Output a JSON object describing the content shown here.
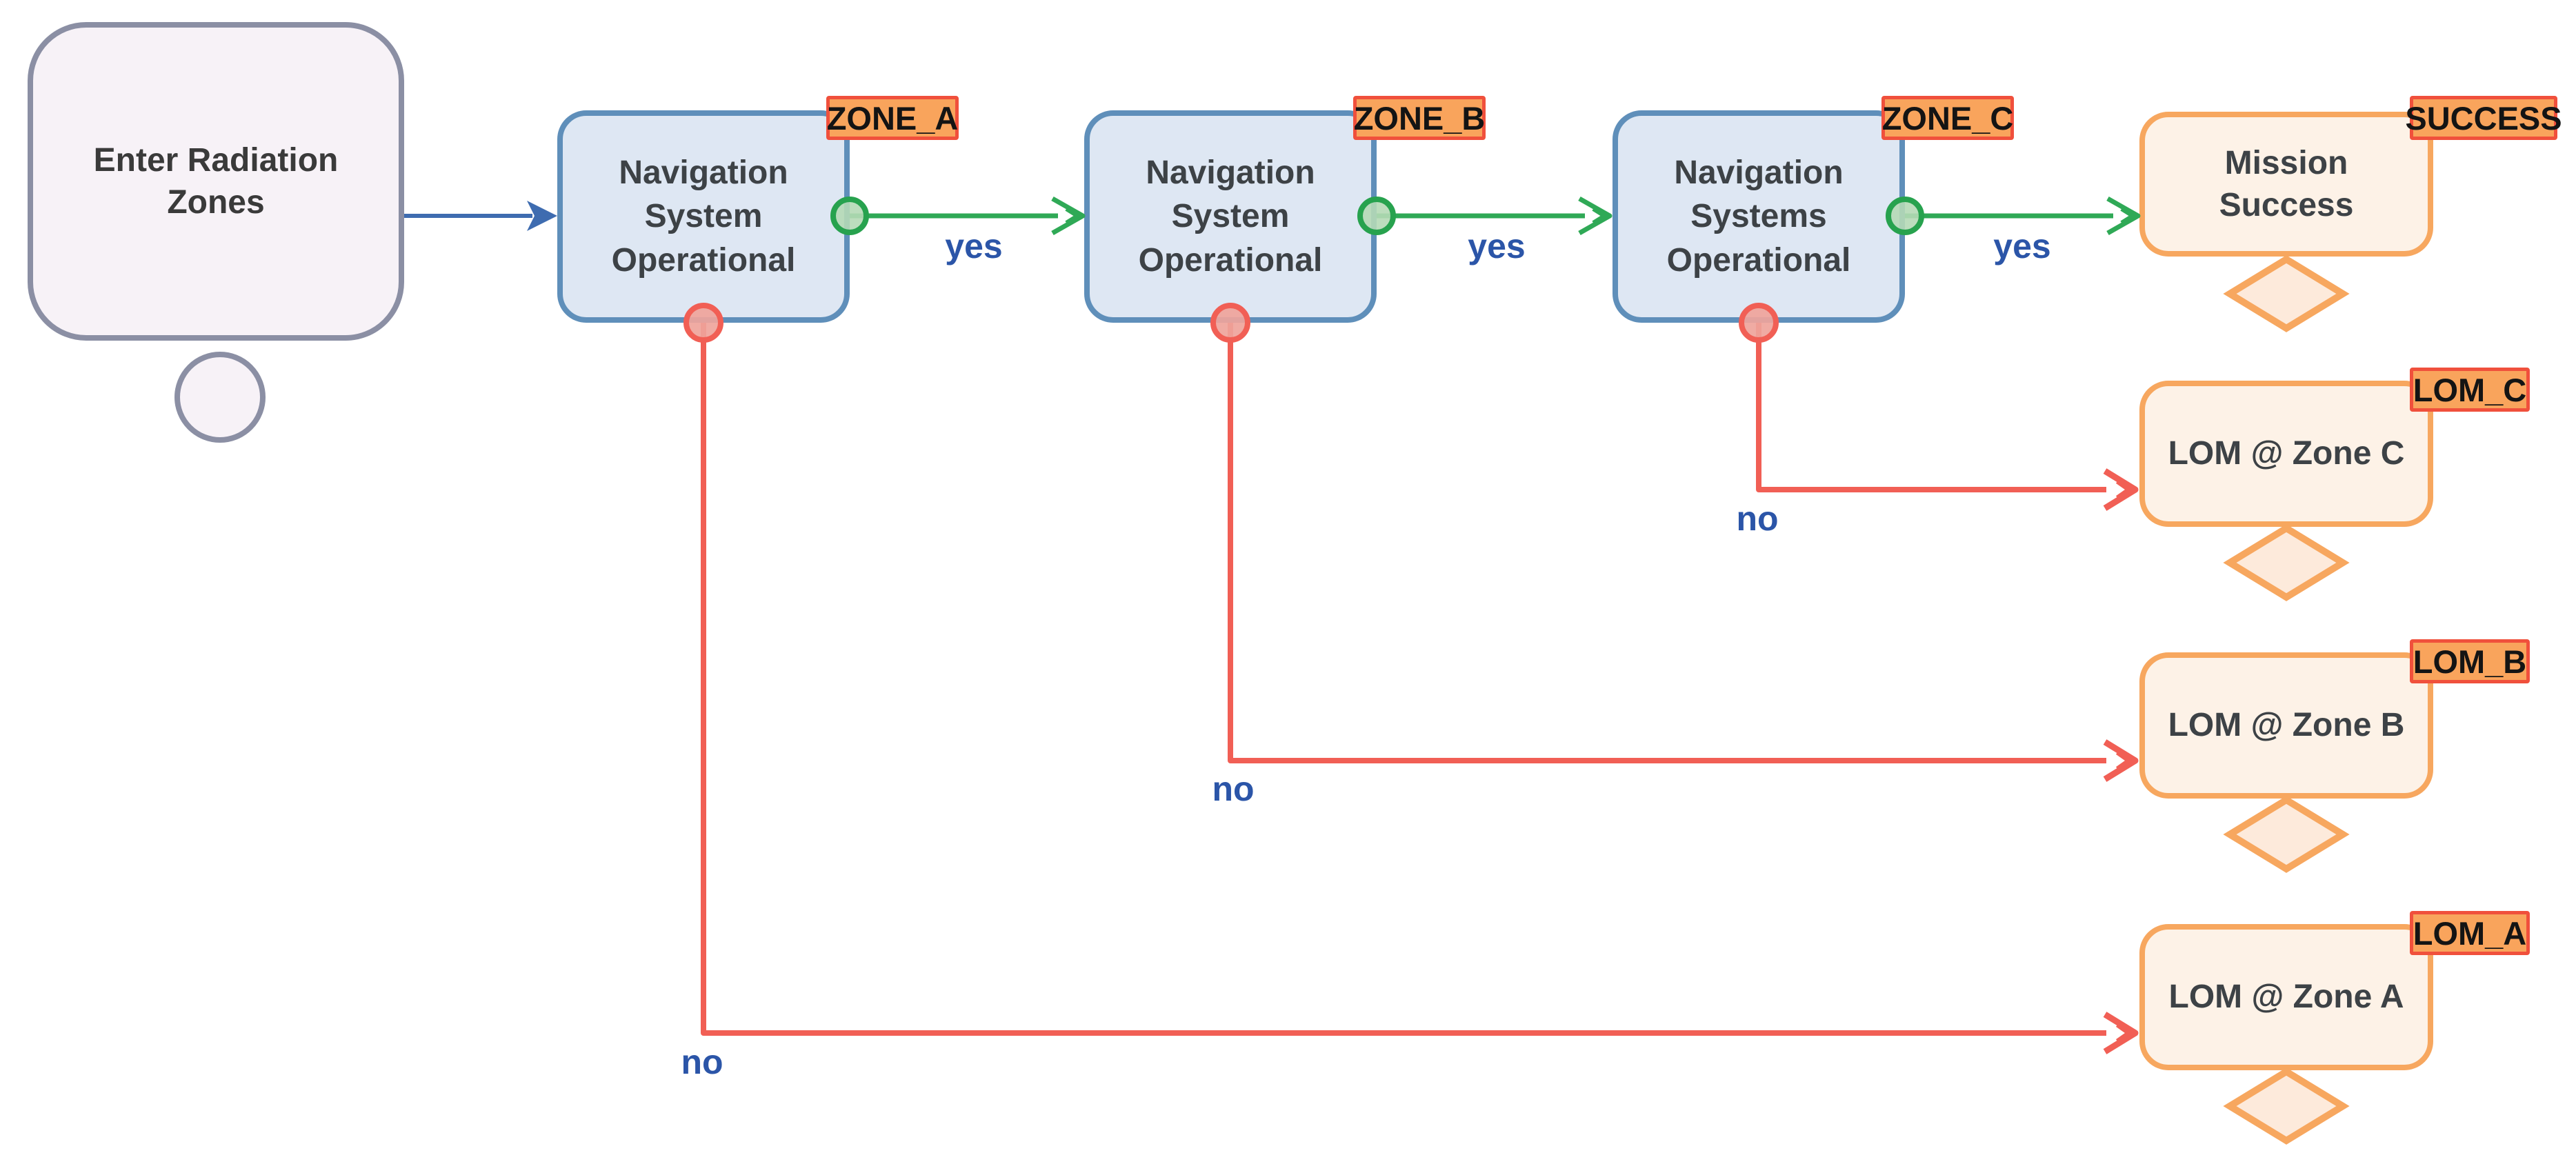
{
  "diagram": {
    "type": "flowchart",
    "background": "#ffffff",
    "nodes": {
      "start": {
        "label": "Enter Radiation\nZones"
      },
      "zone_a": {
        "label": "Navigation\nSystem\nOperational",
        "badge": "ZONE_A"
      },
      "zone_b": {
        "label": "Navigation\nSystem\nOperational",
        "badge": "ZONE_B"
      },
      "zone_c": {
        "label": "Navigation\nSystems\nOperational",
        "badge": "ZONE_C"
      },
      "success": {
        "label": "Mission\nSuccess",
        "badge": "SUCCESS"
      },
      "lom_c": {
        "label": "LOM @ Zone C",
        "badge": "LOM_C"
      },
      "lom_b": {
        "label": "LOM @ Zone B",
        "badge": "LOM_B"
      },
      "lom_a": {
        "label": "LOM @ Zone A",
        "badge": "LOM_A"
      }
    },
    "edges": [
      {
        "from": "start",
        "to": "zone_a",
        "label": ""
      },
      {
        "from": "zone_a",
        "to": "zone_b",
        "label": "yes"
      },
      {
        "from": "zone_b",
        "to": "zone_c",
        "label": "yes"
      },
      {
        "from": "zone_c",
        "to": "success",
        "label": "yes"
      },
      {
        "from": "zone_c",
        "to": "lom_c",
        "label": "no"
      },
      {
        "from": "zone_b",
        "to": "lom_b",
        "label": "no"
      },
      {
        "from": "zone_a",
        "to": "lom_a",
        "label": "no"
      }
    ],
    "colors": {
      "start_border": "#8b8fa4",
      "start_fill": "#f7f2f7",
      "decision_border": "#5f8fba",
      "decision_fill": "#dee7f3",
      "outcome_border": "#f7a75f",
      "outcome_fill": "#fdf2e7",
      "diamond_fill": "#fdeadb",
      "badge_fill": "#f9a45c",
      "badge_border": "#f0503c",
      "edge_yes": "#2fa956",
      "edge_no": "#f15f55",
      "edge_start": "#3e6cb0",
      "edge_label_text": "#2b55a8",
      "port_out_fill": "#b5d9b6",
      "port_no_fill": "#efa49b",
      "node_text": "#3d4246"
    }
  }
}
